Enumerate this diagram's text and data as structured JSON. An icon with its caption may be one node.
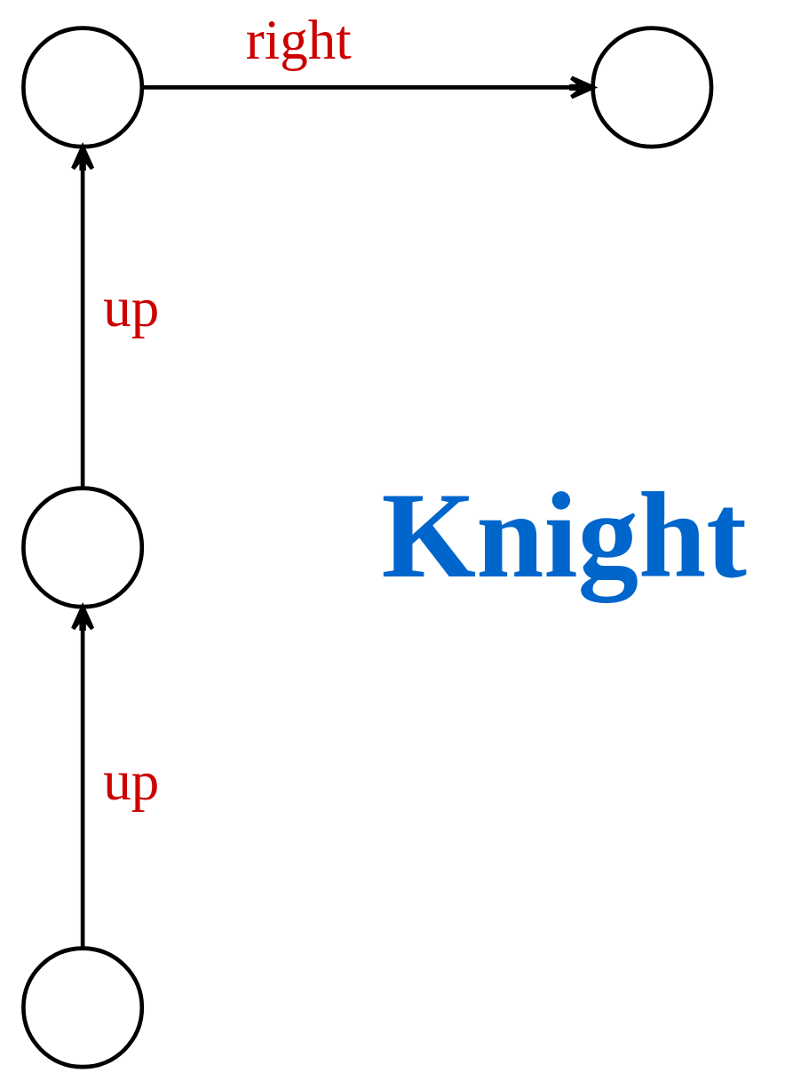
{
  "diagram": {
    "nodes": [
      {
        "text": [],
        "shape": "circle"
      },
      {
        "text": [],
        "shape": "circle"
      },
      {
        "text": [],
        "shape": "circle"
      },
      {
        "text": [],
        "shape": "circle"
      }
    ],
    "edges": [
      {
        "from": 0,
        "to": 1,
        "label": "right",
        "arrow": "to"
      },
      {
        "from": 2,
        "to": 0,
        "label": "up",
        "arrow": "to"
      },
      {
        "from": 3,
        "to": 2,
        "label": "up",
        "arrow": "to"
      }
    ],
    "labels": [
      "Knight"
    ]
  }
}
